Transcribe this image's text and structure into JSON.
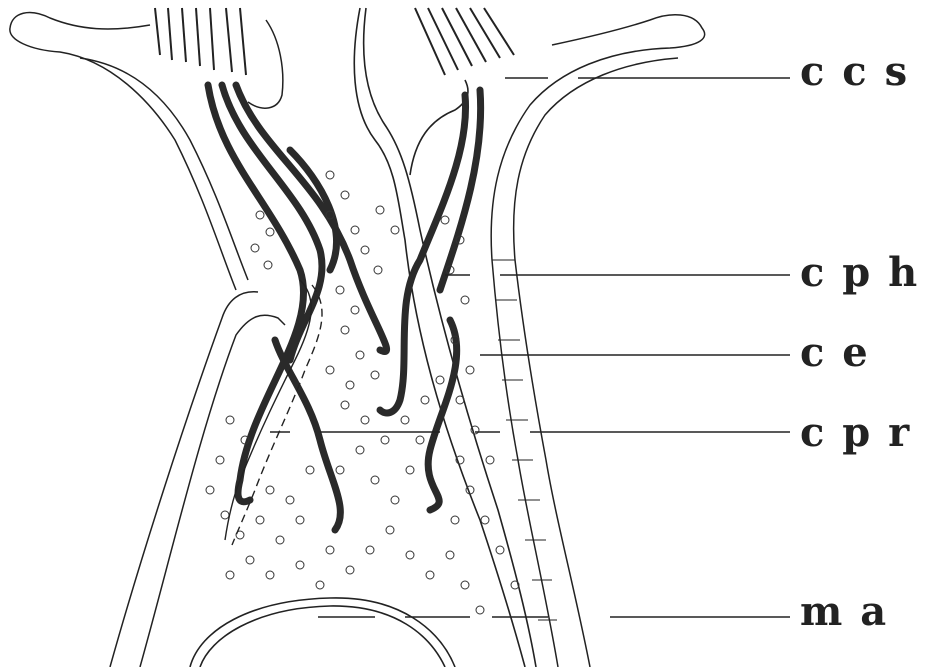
{
  "figure": {
    "labels": {
      "ccs": "c c s",
      "cph": "c p h",
      "ce": "c e",
      "cpr": "c p r",
      "ma": "m a"
    },
    "colors": {
      "ink": "#222222",
      "background": "#ffffff"
    }
  }
}
